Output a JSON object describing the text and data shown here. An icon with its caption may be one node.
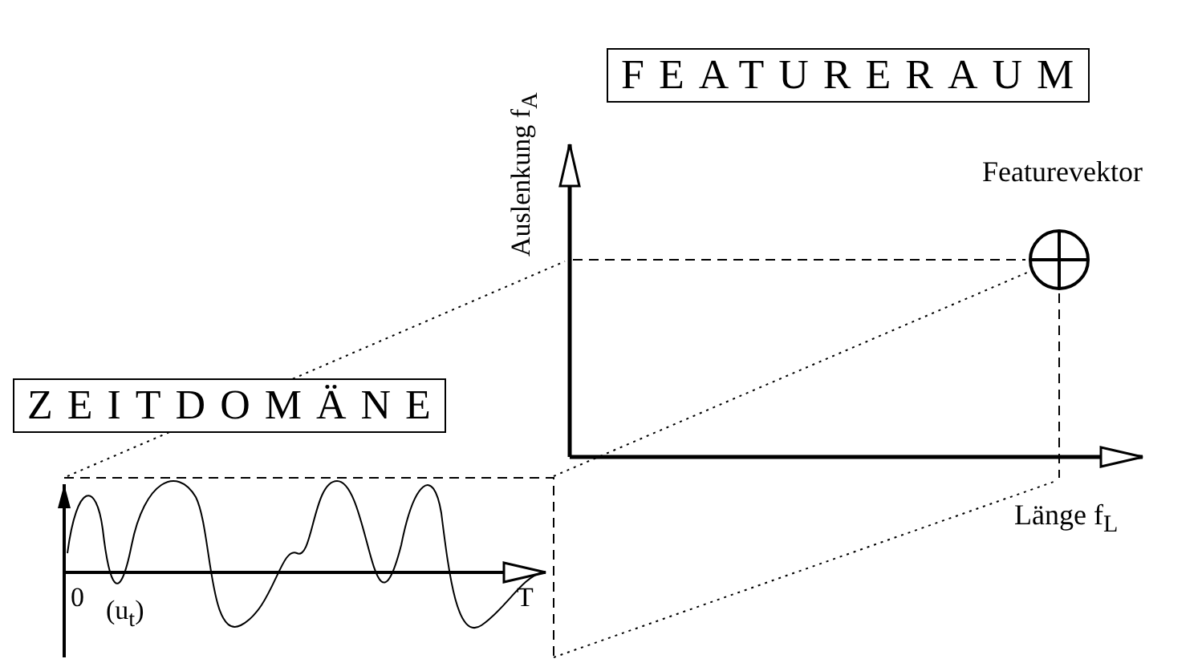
{
  "diagram": {
    "nodes": [
      {
        "text": [
          "FEATURERAUM"
        ]
      },
      {
        "text": [],
        "shape": "circle",
        "beside": [
          "Featurevektor"
        ]
      },
      {
        "text": [
          "ZEITDOMÄNE"
        ]
      }
    ],
    "edges": [],
    "labels": [
      "Auslenkung f$_{A}$",
      "Länge f$_{L}$",
      "0",
      "(u$_{t}$)",
      "T"
    ]
  }
}
